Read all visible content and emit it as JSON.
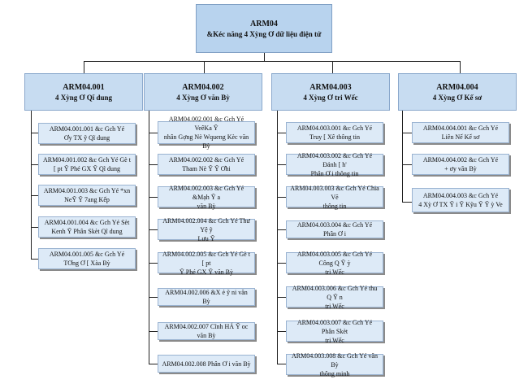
{
  "root": {
    "code": "ARM04",
    "name": "&Kéc năng 4 Xỳng Ơ dữ liệu điện tử"
  },
  "columns": [
    {
      "code": "ARM04.001",
      "name": "4 Xỳng Ơ Qĩ dung",
      "items": [
        [
          "ARM04.001.001 &c Gch Yé",
          "Ơy TX ỹ Qĩ dung"
        ],
        [
          "ARM04.001.002 &c Gch Yé Gè t",
          "[ pt Ỹ Phé GX Ỹ Qĩ dung"
        ],
        [
          "ARM04.001.003 &c Gch Yé *xn",
          "NeỸ Ỹ 7ang Kếp"
        ],
        [
          "ARM04.001.004 &c Gch Yé Sèt",
          "Kenh Ỹ Phân Skèt Qĩ dung"
        ],
        [
          "ARM04.001.005 &c Gch Yé",
          "TƠng Ơ [ Xàa Bỳ"
        ]
      ]
    },
    {
      "code": "ARM04.002",
      "name": "4 Xỳng Ơ văn Bỳ",
      "items": [
        [
          "ARM04.002.001 &c Gch Yé VeêKa Ỹ",
          "nhân Gợng Nè Wqueng Kèc văn Bỳ"
        ],
        [
          "ARM04.002.002 &c Gch Yé",
          "Tham Nè Ỹ Ỹ Ơhi"
        ],
        [
          "ARM04.002.003 &c Gch Yé &Mạh Ỹ a",
          "văn Bỳ"
        ],
        [
          "ARM04.002.004 &c Gch Yé Thư Yệ ỹ",
          "Lưu Ỹ"
        ],
        [
          "ARM04.002.005 &c Gch Yé Gè t [ pt",
          "Ỹ Phé GX Ỹ văn Bỳ"
        ],
        [
          "ARM04.002.006 &X ẻ ỹ ni văn Bỳ",
          ""
        ],
        [
          "ARM04.002.007 Cĩnh HÁ Ỹ oc văn Bỳ",
          ""
        ],
        [
          "ARM04.002.008 Phân Ơ i văn Bỳ",
          ""
        ]
      ]
    },
    {
      "code": "ARM04.003",
      "name": "4 Xỳng Ơ tri Wếc",
      "items": [
        [
          "ARM04.003.001 &c Gch Yé",
          "Truy [ Xê thông tin"
        ],
        [
          "ARM04.003.002 &c Gch Yé Đánh [ h'",
          "Phân Ơ i thông tin"
        ],
        [
          "ARM04.003.003 &c Gch Yé Chia Vẽ",
          "thông tin"
        ],
        [
          "ARM04.003.004 &c Gch Yé Phân Ơ i",
          ""
        ],
        [
          "ARM04.003.005 &c Gch Yé Công Q Ỹ ỳ",
          "tri Wếc"
        ],
        [
          "ARM04.003.006 &c Gch Yé thu Q Ỹ n",
          "tri Wếc"
        ],
        [
          "ARM04.003.007 &c Gch Yé Phân Skèt",
          "tri Wếc"
        ],
        [
          "ARM04.003.008 &c Gch Yé văn Bỳ",
          "thông minh"
        ]
      ]
    },
    {
      "code": "ARM04.004",
      "name": "4 Xỳng Ơ Kế sơ",
      "items": [
        [
          "ARM04.004.001 &c Gch Yé",
          "Liên Nế Kế sơ"
        ],
        [
          "ARM04.004.002 &c Gch Yé",
          "+ ơy văn Bỳ"
        ],
        [
          "ARM04.004.003 &c Gch Yé",
          "4 Xỳ Ơ TX Ỹ i Ỹ Kỹu Ỹ Ỹ ỳ Ve"
        ]
      ]
    }
  ]
}
